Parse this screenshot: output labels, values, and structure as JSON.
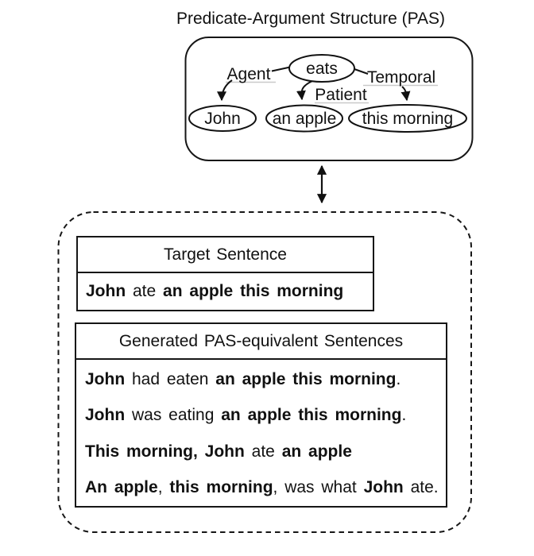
{
  "title": "Predicate-Argument Structure (PAS)",
  "pas": {
    "predicate": "eats",
    "roles": [
      {
        "label": "Agent",
        "argument": "John"
      },
      {
        "label": "Patient",
        "argument": "an apple"
      },
      {
        "label": "Temporal",
        "argument": "this morning"
      }
    ]
  },
  "target": {
    "header": "Target Sentence",
    "sentence": [
      {
        "text": "John",
        "bold": true
      },
      {
        "text": " ate ",
        "bold": false
      },
      {
        "text": "an apple this morning",
        "bold": true
      }
    ]
  },
  "generated": {
    "header": "Generated PAS-equivalent Sentences",
    "sentences": [
      [
        {
          "text": "John",
          "bold": true
        },
        {
          "text": " had eaten ",
          "bold": false
        },
        {
          "text": "an apple this morning",
          "bold": true
        },
        {
          "text": ".",
          "bold": false
        }
      ],
      [
        {
          "text": "John",
          "bold": true
        },
        {
          "text": " was eating ",
          "bold": false
        },
        {
          "text": "an apple this morning",
          "bold": true
        },
        {
          "text": ".",
          "bold": false
        }
      ],
      [
        {
          "text": "This morning, John",
          "bold": true
        },
        {
          "text": " ate ",
          "bold": false
        },
        {
          "text": "an apple",
          "bold": true
        }
      ],
      [
        {
          "text": "An apple",
          "bold": true
        },
        {
          "text": ", ",
          "bold": false
        },
        {
          "text": "this morning",
          "bold": true
        },
        {
          "text": ", was what ",
          "bold": false
        },
        {
          "text": "John",
          "bold": true
        },
        {
          "text": " ate.",
          "bold": false
        }
      ]
    ]
  },
  "colors": {
    "ink": "#111111",
    "underline": "#c9c9c9",
    "background": "#ffffff"
  }
}
